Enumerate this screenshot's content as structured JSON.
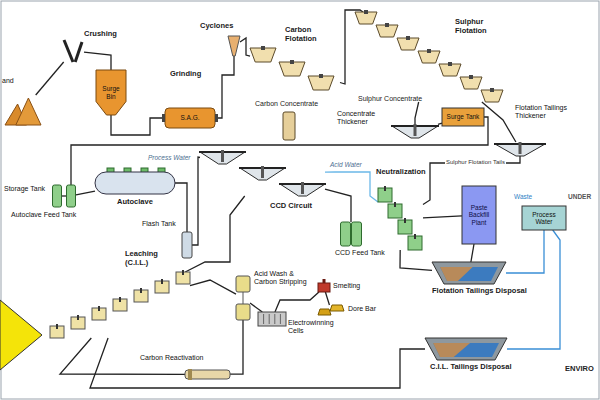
{
  "diagram": {
    "nodes": [
      {
        "text": [
          "and"
        ]
      },
      {
        "text": [
          "Crushing"
        ]
      },
      {
        "text": [
          "Surge Bin"
        ]
      },
      {
        "text": [
          "Grinding",
          "S.A.G."
        ]
      },
      {
        "text": [
          "Cyclones"
        ]
      },
      {
        "text": [
          "Carbon Flotation"
        ]
      },
      {
        "text": [
          "Sulphur Flotation"
        ]
      },
      {
        "text": [
          "Concentrate Thickener"
        ]
      },
      {
        "text": [
          "Surge Tank"
        ]
      },
      {
        "text": [
          "Flotation Tailings Thickener"
        ]
      },
      {
        "text": [
          "Storage Tank"
        ]
      },
      {
        "text": [
          "Autoclave Feed Tank"
        ]
      },
      {
        "text": [
          "Autoclave"
        ]
      },
      {
        "text": [
          "Flash Tank"
        ]
      },
      {
        "text": [
          "CCD Circuit"
        ]
      },
      {
        "text": [
          "CCD Feed Tank"
        ]
      },
      {
        "text": [
          "Neutralization"
        ]
      },
      {
        "text": [
          "Paste Backfill Plant"
        ]
      },
      {
        "text": [
          "Process Water"
        ]
      },
      {
        "text": [
          "Leaching (C.I.L.)"
        ]
      },
      {
        "text": [
          "Acid Wash & Carbon Stripping"
        ]
      },
      {
        "text": [
          "Smelting"
        ]
      },
      {
        "text": [
          "Dore Bar"
        ]
      },
      {
        "text": [
          "Electrowinning Cells"
        ]
      },
      {
        "text": [
          "Carbon Reactivation"
        ]
      },
      {
        "text": [
          "Flotation Tailings Disposal"
        ]
      },
      {
        "text": [
          "C.I.L. Tailings Disposal"
        ]
      }
    ],
    "edges": [
      {
        "from": 0,
        "to": 1,
        "arrow": "none"
      },
      {
        "from": 1,
        "to": 2,
        "arrow": "none"
      },
      {
        "from": 2,
        "to": 3,
        "arrow": "none"
      },
      {
        "from": 3,
        "to": 4,
        "arrow": "none"
      },
      {
        "from": 4,
        "to": 5,
        "arrow": "none"
      },
      {
        "from": 5,
        "to": 6,
        "arrow": "none"
      },
      {
        "from": 6,
        "to": 7,
        "arrow": "none"
      },
      {
        "from": 6,
        "to": 9,
        "arrow": "none"
      },
      {
        "from": 7,
        "to": 8,
        "arrow": "none"
      },
      {
        "from": 8,
        "to": 11,
        "arrow": "none"
      },
      {
        "from": 10,
        "to": 11,
        "arrow": "none"
      },
      {
        "from": 11,
        "to": 12,
        "arrow": "none"
      },
      {
        "from": 12,
        "to": 13,
        "arrow": "none"
      },
      {
        "from": 13,
        "to": 14,
        "arrow": "none"
      },
      {
        "from": 14,
        "to": 15,
        "arrow": "none"
      },
      {
        "from": 14,
        "to": 16,
        "arrow": "none"
      },
      {
        "from": 9,
        "to": 16,
        "label": "Sulphur Flotation Tails",
        "arrow": "none"
      },
      {
        "from": 16,
        "to": 17,
        "arrow": "none"
      },
      {
        "from": 17,
        "to": 25,
        "arrow": "none"
      },
      {
        "from": 16,
        "to": 25,
        "arrow": "none"
      },
      {
        "from": 14,
        "to": 19,
        "arrow": "none"
      },
      {
        "from": 19,
        "to": 20,
        "arrow": "none"
      },
      {
        "from": 20,
        "to": 23,
        "arrow": "none"
      },
      {
        "from": 23,
        "to": 21,
        "arrow": "none"
      },
      {
        "from": 21,
        "to": 22,
        "arrow": "none"
      },
      {
        "from": 20,
        "to": 24,
        "arrow": "none"
      },
      {
        "from": 24,
        "to": 19,
        "arrow": "none"
      },
      {
        "from": 19,
        "to": 26,
        "arrow": "none"
      },
      {
        "from": 25,
        "to": 18,
        "arrow": "none"
      },
      {
        "from": 26,
        "to": 18,
        "arrow": "none"
      }
    ],
    "labels": [
      "Carbon Concentrate",
      "Sulphur Concentrate",
      "Process Water",
      "Acid Water",
      "Waste",
      "UNDER",
      "ENVIRO"
    ]
  }
}
